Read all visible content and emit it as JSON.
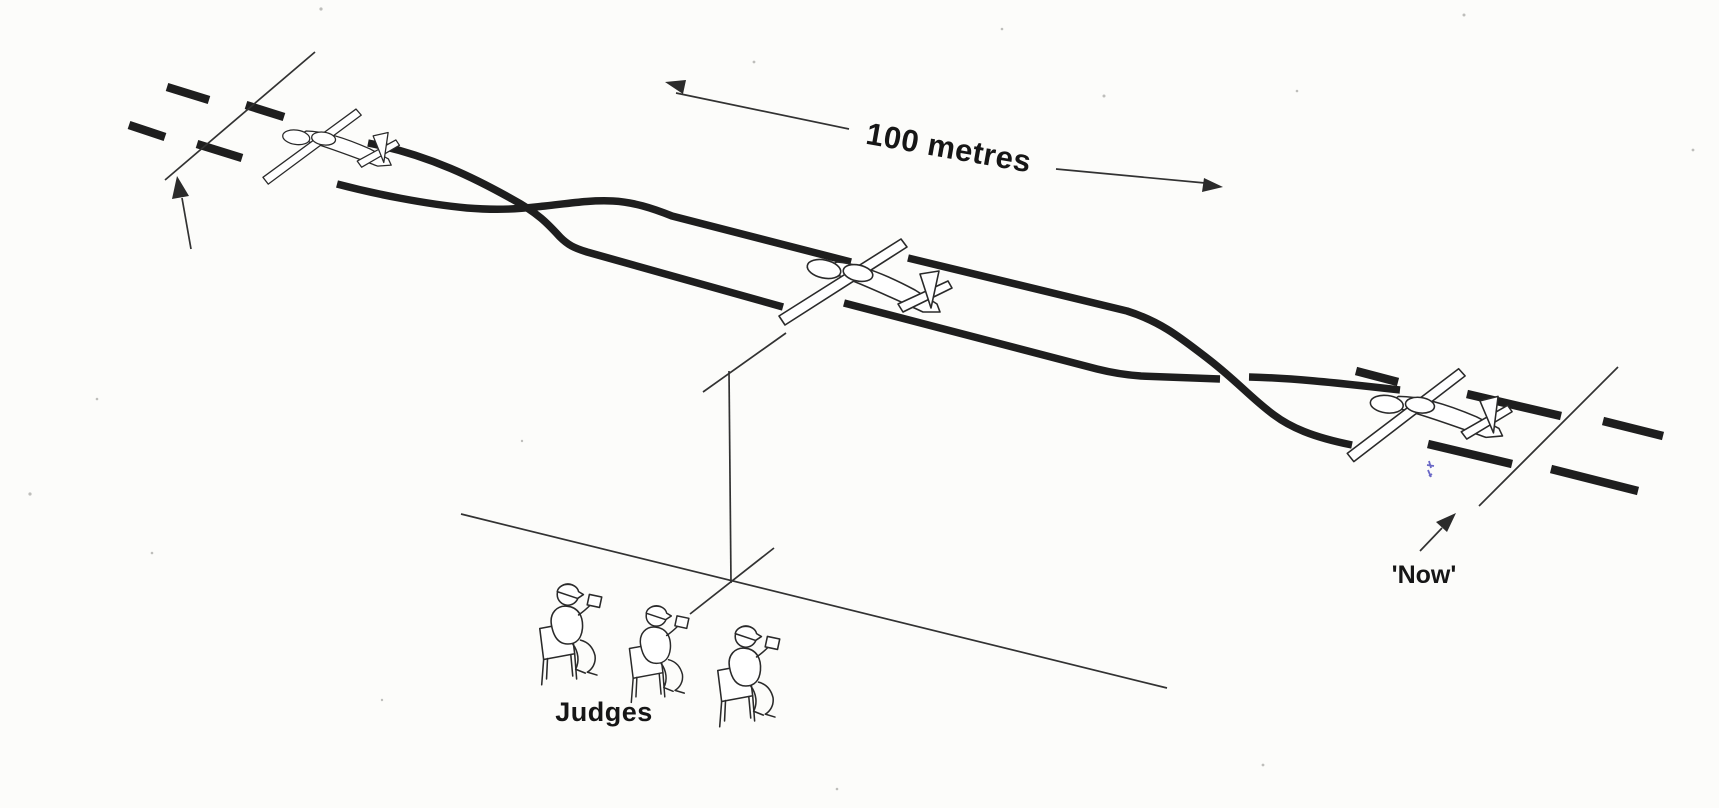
{
  "diagram": {
    "labels": {
      "distance": "100 metres",
      "now": "'Now'",
      "judges": "Judges"
    },
    "counts": {
      "airplanes": 3,
      "judges": 3
    },
    "icons": {
      "airplane": "airplane-icon",
      "judge": "seated-judge-icon",
      "measure_arrow": "double-ended-measure-arrow-icon",
      "left_boundary_arrow": "up-arrow-icon",
      "now_arrow": "up-right-arrow-icon"
    },
    "colors": {
      "ink": "#1e1e1e",
      "paper": "#fcfcfa",
      "blue_speck": "#5a58c0"
    }
  }
}
